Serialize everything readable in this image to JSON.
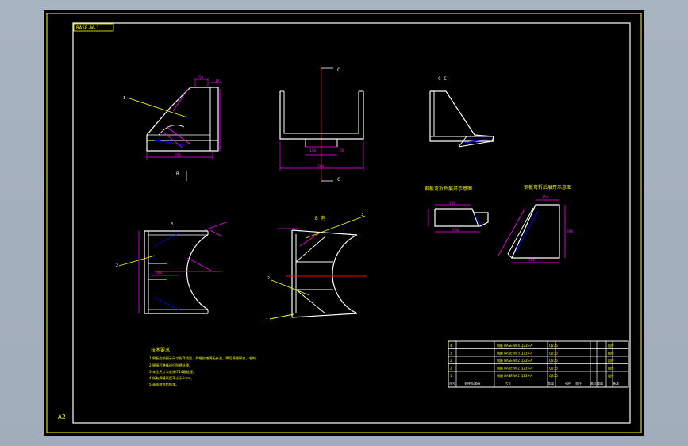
{
  "colors": {
    "background": "#000000",
    "viewport": "#a5b0be",
    "frame": "#ffff00",
    "outline": "#ffffff",
    "dimension": "#ff00ff",
    "center_line": "#ff0000",
    "hidden": "#0000ff",
    "leader": "#ffff00"
  },
  "title_box": "BASE-W-1",
  "sheet_no": "A2",
  "views": {
    "section_label_top": "C",
    "section_label_bottom": "C",
    "section_view_title": "C-C",
    "view_b_left": "B",
    "view_b_right": "B 向",
    "unfold_left_title": "钢板弯折后展开示意图",
    "unfold_right_title": "钢板弯折后展开示意图"
  },
  "dims": {
    "front_top1": "150",
    "front_top2": "10",
    "front_bottom": "350",
    "center_a": "150",
    "center_b": "50",
    "center_total": "380",
    "plan_left": "260",
    "unfold_a": "100",
    "unfold_b": "350",
    "unfold_c": "150",
    "unfold_d": "200",
    "unfold_e": "300"
  },
  "balloons": [
    "1",
    "2",
    "3",
    "4"
  ],
  "notes": {
    "title": "技术要求",
    "lines": [
      "1.钢板应按图示尺寸折弯成型，焊缝应饱满无夹渣，焊后清理焊渣，毛刺。",
      "2.焊接后整体进行防锈处理。",
      "3.未注尺寸公差按IT14级处理。",
      "4.所有焊缝高度不小于6mm。",
      "5.表面喷涂防锈漆。"
    ]
  },
  "bom": {
    "rows": [
      [
        "4",
        "钢板 BASE-W 4 Q235-A",
        "2",
        "Q235",
        "",
        "",
        "",
        "组件"
      ],
      [
        "3",
        "钢板 BASE-W 3 Q235-A",
        "2",
        "Q235",
        "",
        "",
        "",
        "组件"
      ],
      [
        "2",
        "钢板 BASE-W 2 Q235-A",
        "1",
        "Q235",
        "",
        "",
        "",
        "组件"
      ],
      [
        "2",
        "钢板 BASE-W 2 Q235-A",
        "2",
        "Q235",
        "",
        "",
        "",
        "组件"
      ],
      [
        "1",
        "钢板 BASE-W 1 Q235-A",
        "1",
        "Q235",
        "",
        "",
        "",
        "组件"
      ]
    ],
    "header": [
      "序号",
      "名称及规格",
      "代号",
      "数量",
      "材料",
      "单件",
      "总计",
      "重量",
      "备注"
    ]
  }
}
